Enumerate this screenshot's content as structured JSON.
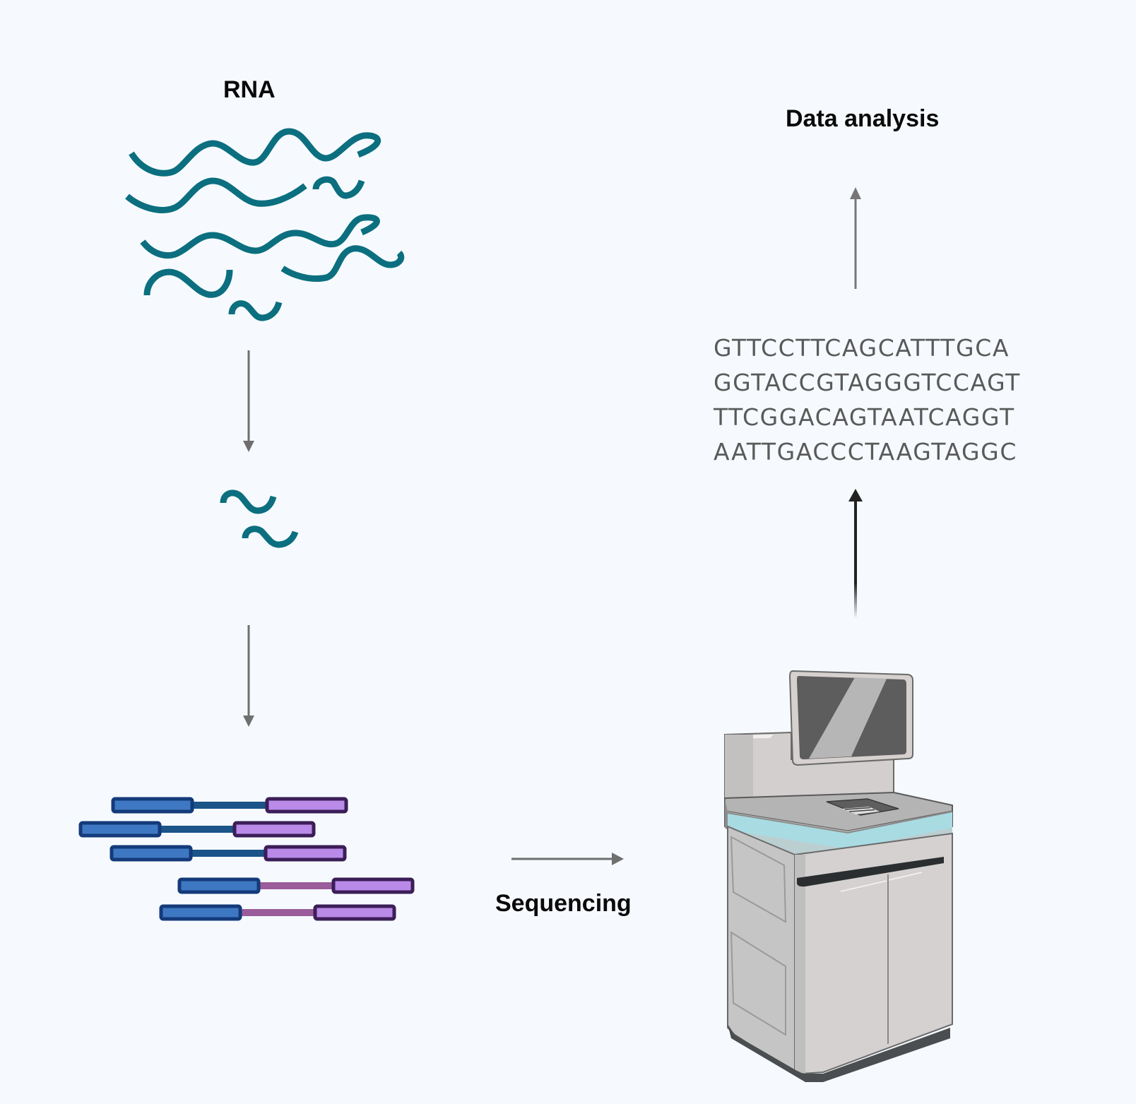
{
  "diagram": {
    "steps": {
      "rna_label": "RNA",
      "sequencing_label": "Sequencing",
      "analysis_label": "Data analysis"
    },
    "sequence_reads": [
      "GTTCCTTCAGCATTTGCA",
      "GGTACCGTAGGGTCCAGT",
      "TTCGGACAGTAATCAGGT",
      "AATTGACCCTAAGTAGGC"
    ],
    "icons": {
      "rna": "rna-strands-icon",
      "fragments": "rna-fragments-icon",
      "library": "adapter-ligated-library-icon",
      "sequencer": "sequencer-machine-icon"
    },
    "colors": {
      "background": "#f6fafe",
      "rna_strand": "#0b6f7f",
      "adapter_blue": "#3e78c2",
      "adapter_blue_border": "#143a7a",
      "adapter_purple": "#b98ae8",
      "adapter_purple_border": "#3b1e57",
      "insert_teal": "#1a5488",
      "insert_pink": "#9a5c9a",
      "arrow_gray": "#6f6f6f",
      "arrow_dark": "#222222",
      "machine_light": "#d4d1d0",
      "machine_accent": "#a9dbe3"
    }
  }
}
